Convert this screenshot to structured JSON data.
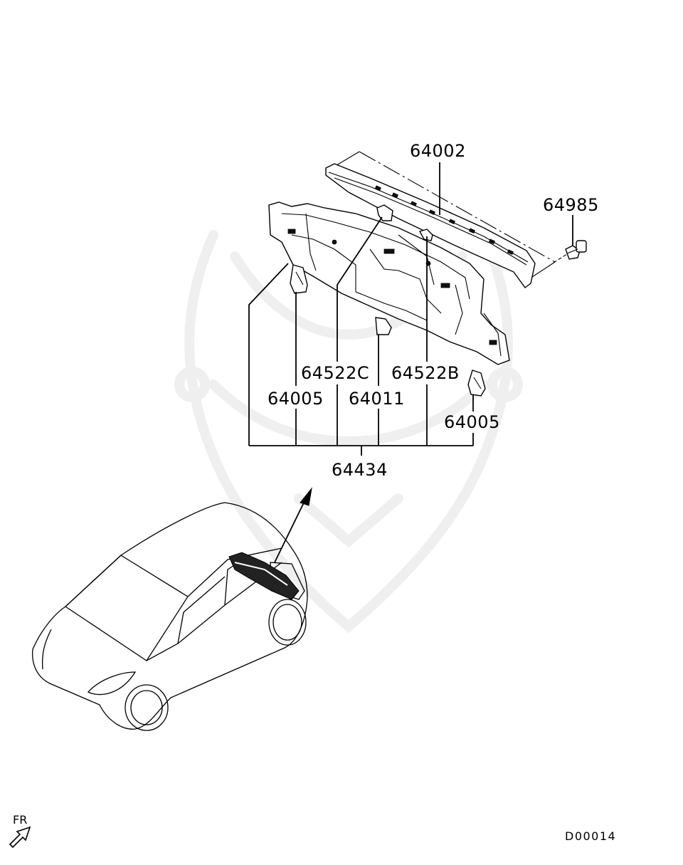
{
  "callouts": {
    "c64002": "64002",
    "c64985": "64985",
    "c64522C": "64522C",
    "c64522B": "64522B",
    "c64005_left": "64005",
    "c64011": "64011",
    "c64005_right": "64005",
    "c64434": "64434"
  },
  "direction": {
    "label": "FR"
  },
  "diagram_code": "D00014"
}
